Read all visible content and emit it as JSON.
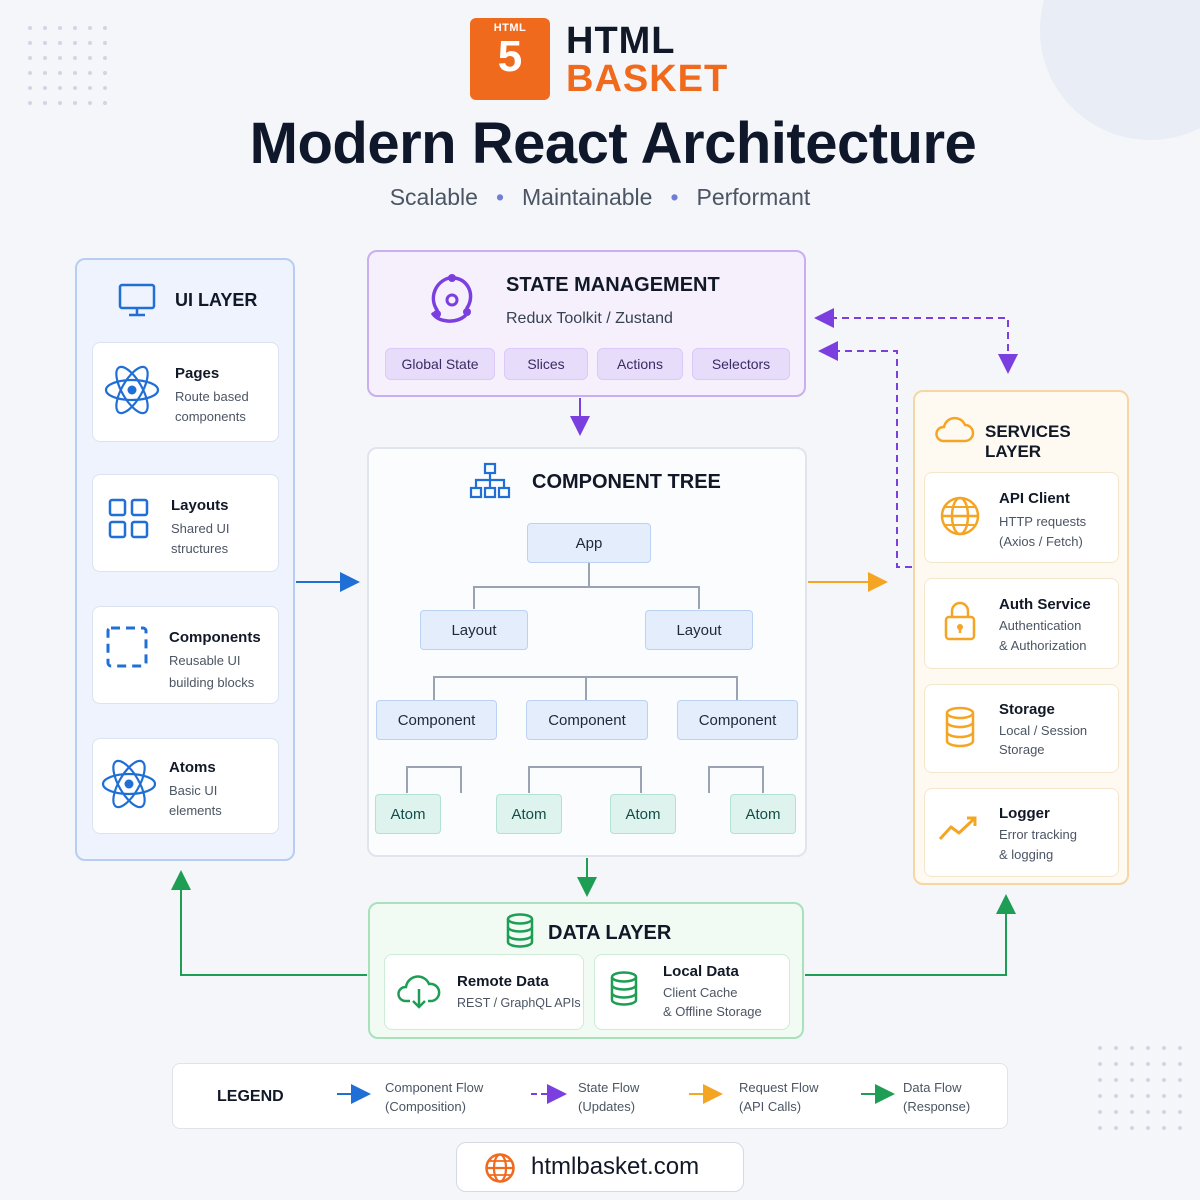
{
  "header": {
    "logo_tag": "HTML",
    "logo_five": "5",
    "brand_line1": "HTML",
    "brand_line2": "BASKET",
    "title": "Modern React Architecture",
    "subtitle_items": [
      "Scalable",
      "Maintainable",
      "Performant"
    ]
  },
  "colors": {
    "brand_orange": "#f06a1d",
    "component_flow": "#1f6fd6",
    "state_flow": "#7b3fe0",
    "request_flow": "#f5a524",
    "data_flow": "#1e9e55"
  },
  "ui_layer": {
    "title": "UI LAYER",
    "icon": "monitor-icon",
    "cards": [
      {
        "title": "Pages",
        "desc1": "Route based",
        "desc2": "components",
        "icon": "react-atom-icon"
      },
      {
        "title": "Layouts",
        "desc1": "Shared UI",
        "desc2": "structures",
        "icon": "grid-icon"
      },
      {
        "title": "Components",
        "desc1": "Reusable UI",
        "desc2": "building blocks",
        "icon": "dashed-square-icon"
      },
      {
        "title": "Atoms",
        "desc1": "Basic UI",
        "desc2": "elements",
        "icon": "react-atom-icon"
      }
    ]
  },
  "state_management": {
    "title": "STATE MANAGEMENT",
    "subtitle": "Redux Toolkit / Zustand",
    "icon": "redux-icon",
    "chips": [
      "Global State",
      "Slices",
      "Actions",
      "Selectors"
    ]
  },
  "component_tree": {
    "title": "COMPONENT TREE",
    "icon": "hierarchy-icon",
    "root": "App",
    "layouts": [
      "Layout",
      "Layout"
    ],
    "components": [
      "Component",
      "Component",
      "Component"
    ],
    "atoms": [
      "Atom",
      "Atom",
      "Atom",
      "Atom"
    ]
  },
  "services_layer": {
    "title": "SERVICES LAYER",
    "icon": "cloud-icon",
    "cards": [
      {
        "title": "API Client",
        "desc1": "HTTP requests",
        "desc2": "(Axios / Fetch)",
        "icon": "globe-icon"
      },
      {
        "title": "Auth Service",
        "desc1": "Authentication",
        "desc2": "& Authorization",
        "icon": "lock-icon"
      },
      {
        "title": "Storage",
        "desc1": "Local / Session",
        "desc2": "Storage",
        "icon": "database-icon"
      },
      {
        "title": "Logger",
        "desc1": "Error tracking",
        "desc2": "& logging",
        "icon": "trend-icon"
      }
    ]
  },
  "data_layer": {
    "title": "DATA LAYER",
    "icon": "database-icon",
    "cards": [
      {
        "title": "Remote Data",
        "desc1": "REST / GraphQL APIs",
        "desc2": "",
        "icon": "cloud-download-icon"
      },
      {
        "title": "Local Data",
        "desc1": "Client Cache",
        "desc2": "& Offline Storage",
        "icon": "database-icon"
      }
    ]
  },
  "legend": {
    "title": "LEGEND",
    "items": [
      {
        "line1": "Component Flow",
        "line2": "(Composition)"
      },
      {
        "line1": "State Flow",
        "line2": "(Updates)"
      },
      {
        "line1": "Request Flow",
        "line2": "(API Calls)"
      },
      {
        "line1": "Data Flow",
        "line2": "(Response)"
      }
    ]
  },
  "footer": {
    "url": "htmlbasket.com",
    "icon": "globe-icon"
  }
}
